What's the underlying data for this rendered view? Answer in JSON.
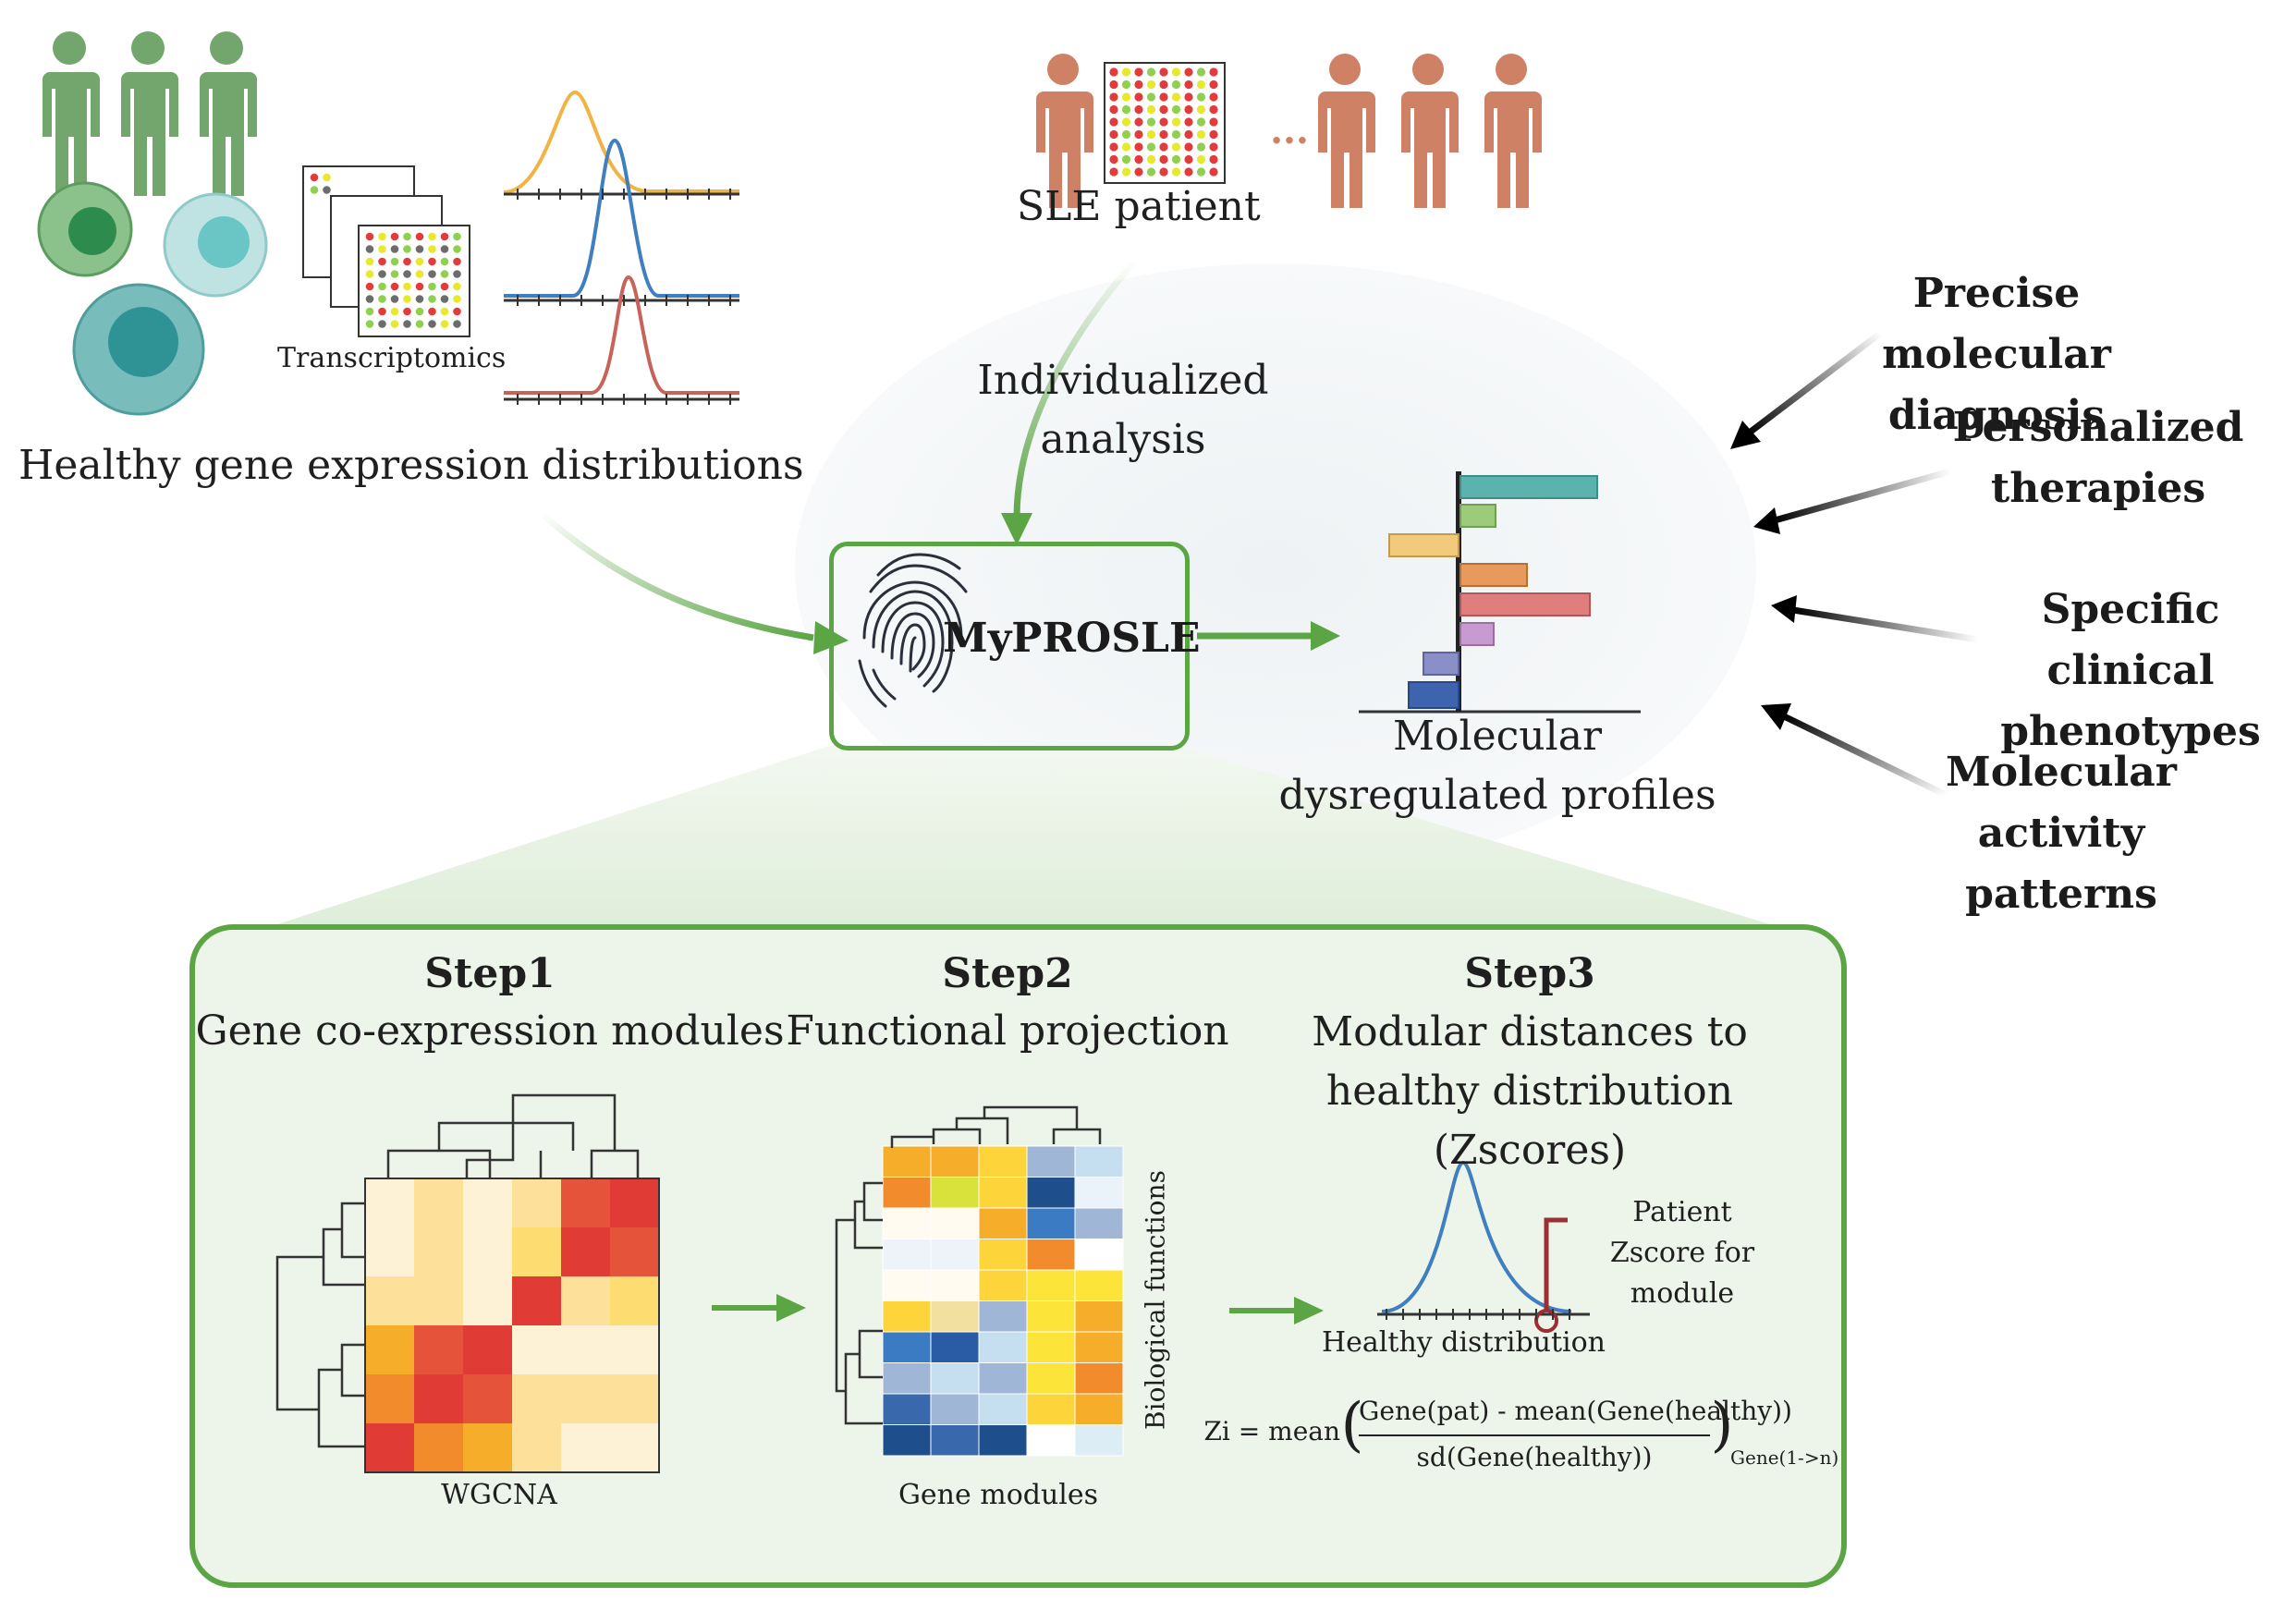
{
  "healthy": {
    "title": "Healthy gene expression distributions",
    "transcriptomics_label": "Transcriptomics"
  },
  "patient": {
    "label": "SLE patient",
    "ellipsis": "...",
    "analysis_label": "Individualized analysis"
  },
  "tool": {
    "name": "MyPROSLE"
  },
  "profiles": {
    "label": "Molecular dysregulated profiles"
  },
  "outcomes": [
    "Precise molecular diagnosis",
    "Personalized therapies",
    "Specific clinical phenotypes",
    "Molecular activity patterns"
  ],
  "steps": [
    {
      "title": "Step1",
      "subtitle": "Gene co-expression modules",
      "figure_label": "WGCNA"
    },
    {
      "title": "Step2",
      "subtitle": "Functional projection",
      "figure_label": "Gene modules",
      "side_label": "Biological functions"
    },
    {
      "title": "Step3",
      "subtitle": "Modular distances to healthy distribution (Zscores)",
      "figure_label": "Healthy distribution",
      "annotation": "Patient Zscore for module"
    }
  ],
  "formula": {
    "lhs": "Zi = mean",
    "numerator": "Gene(pat) - mean(Gene(healthy))",
    "denominator": "sd(Gene(healthy))",
    "subscript": "Gene(1->n)"
  },
  "colors": {
    "healthy_green": "#72a66d",
    "patient_orange": "#cf8166",
    "accent_green": "#5ca545",
    "panel_bg": "#edf4e9"
  }
}
